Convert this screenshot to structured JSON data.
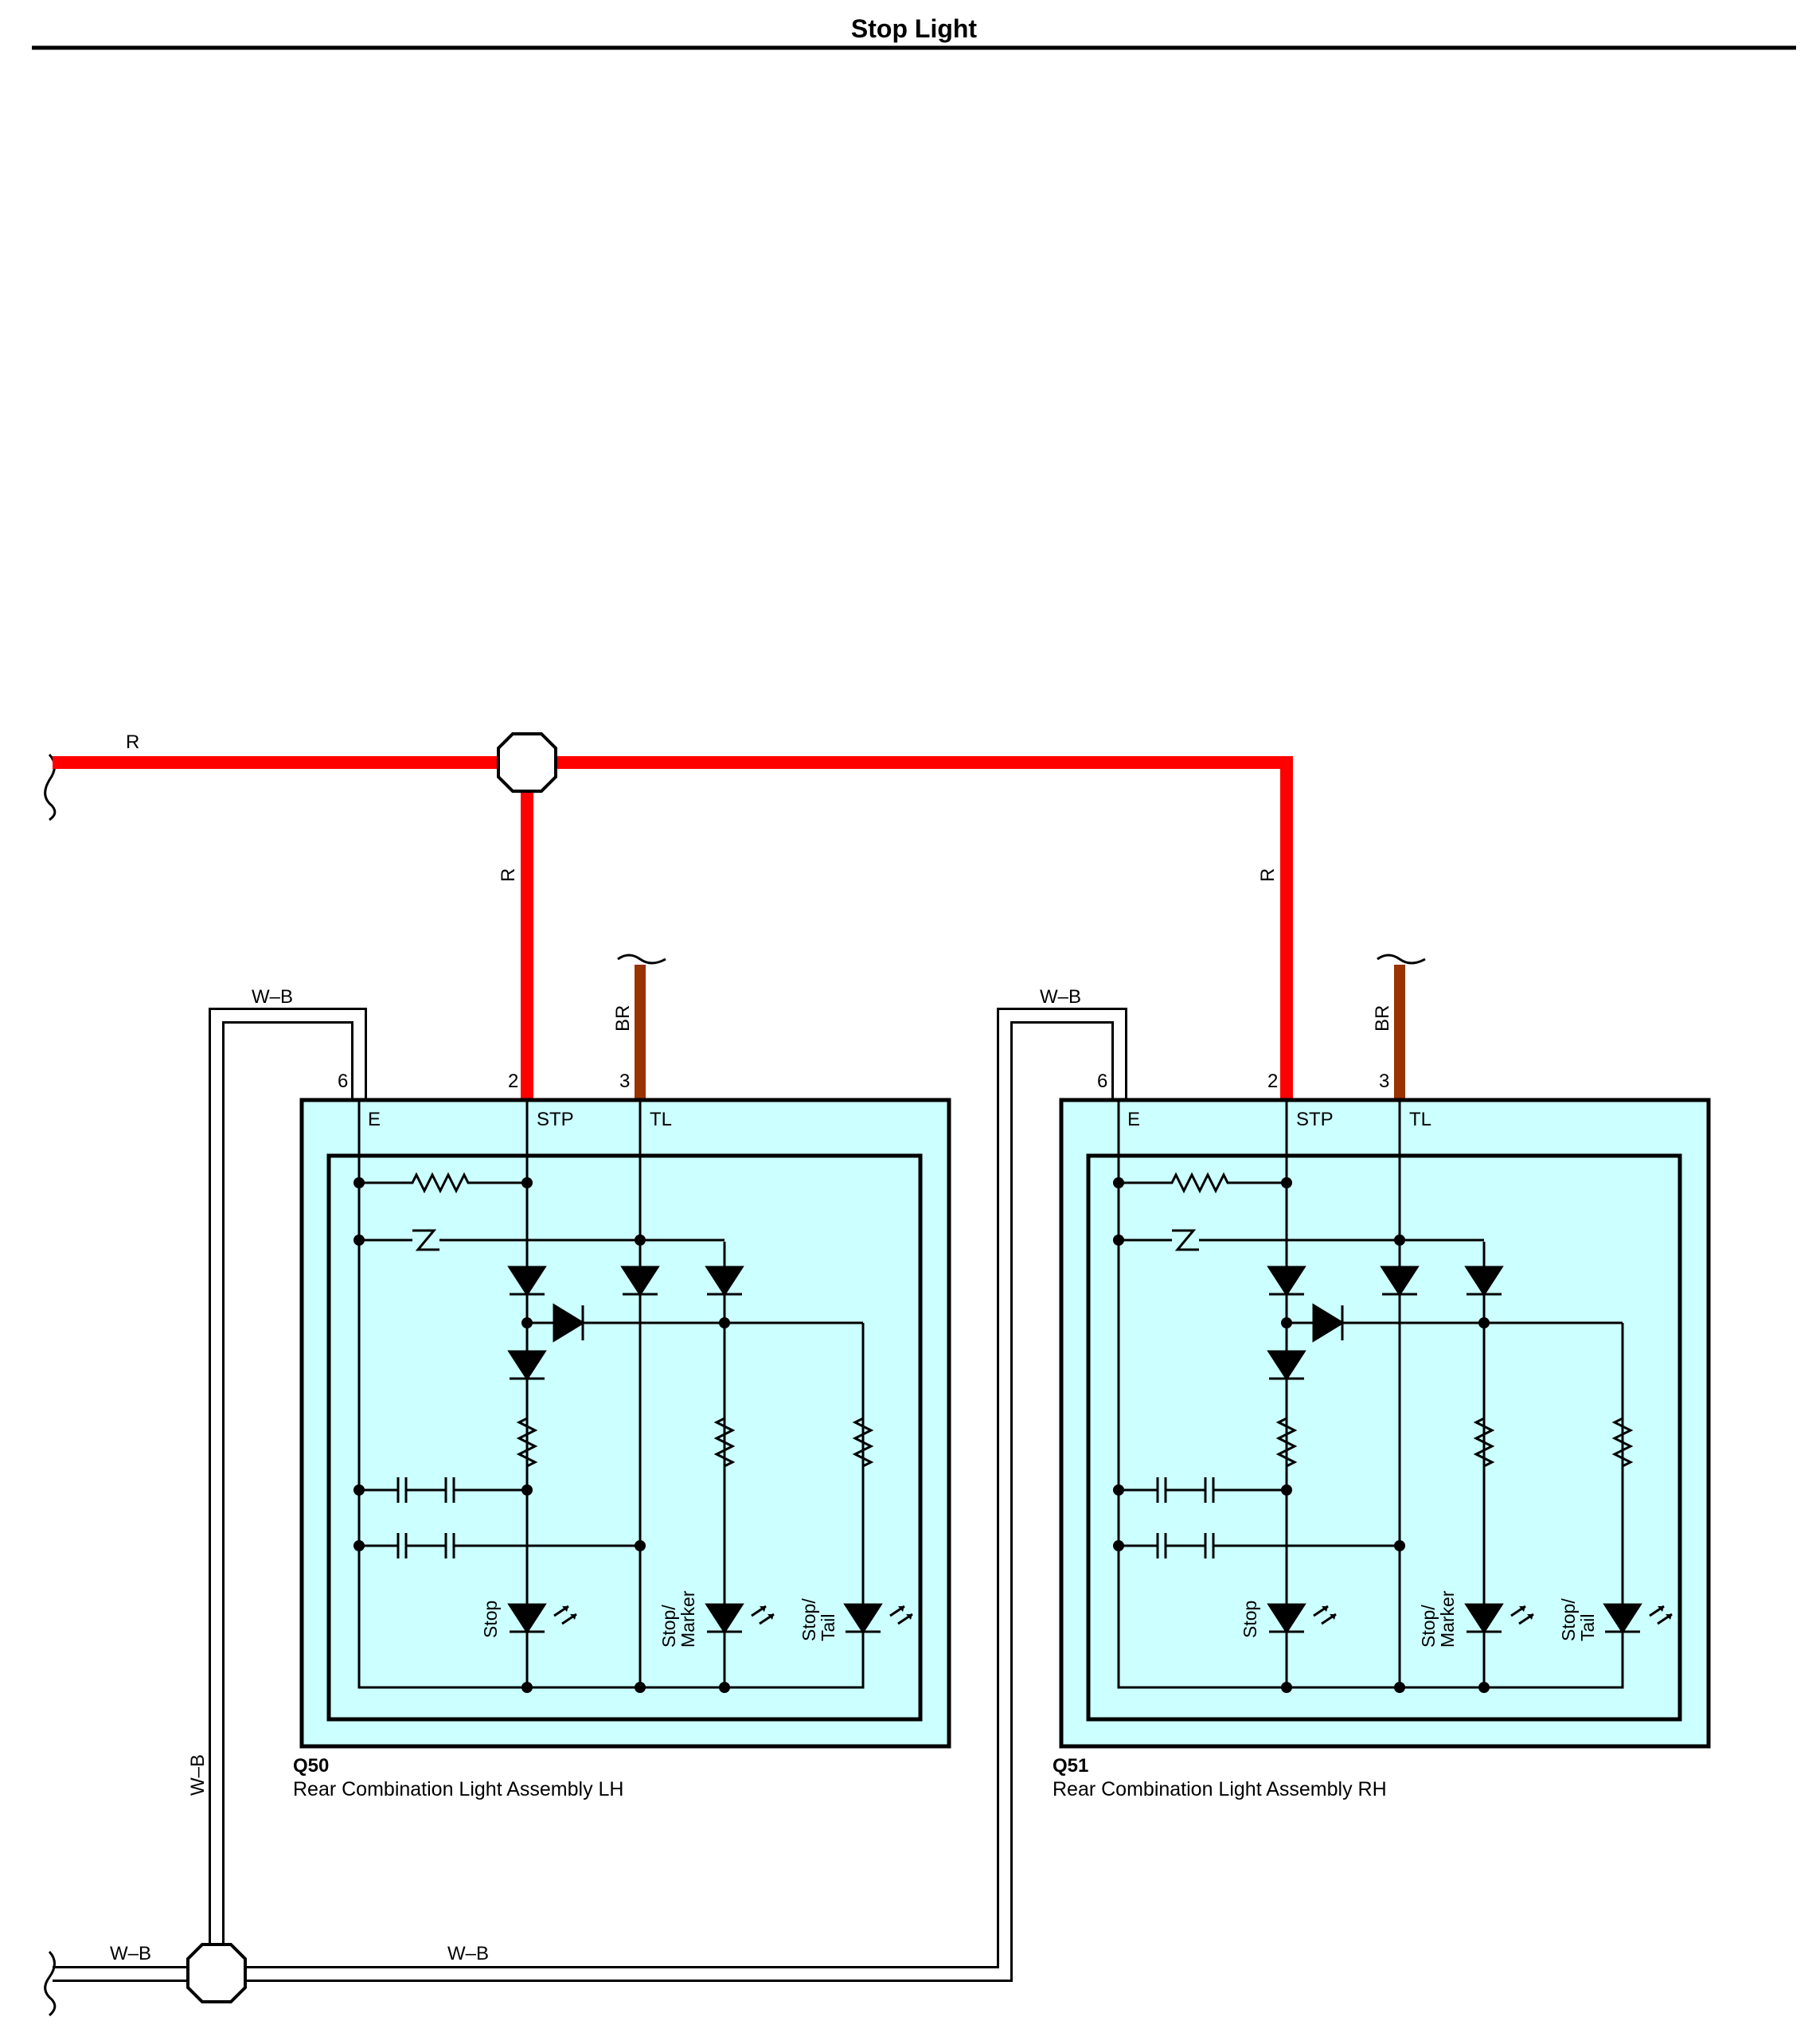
{
  "title": "Stop Light",
  "wires": {
    "red": "R",
    "brown": "BR",
    "ground": "W–B"
  },
  "colors": {
    "red_wire": "#ff0000",
    "brown_wire": "#993300",
    "component_fill": "#ccffff",
    "outline": "#000000",
    "ground_wire": "#ffffff"
  },
  "components": [
    {
      "code": "Q50",
      "name": "Rear Combination Light Assembly LH",
      "pins": {
        "e_num": "6",
        "stp_num": "2",
        "tl_num": "3",
        "e": "E",
        "stp": "STP",
        "tl": "TL"
      },
      "leds": {
        "stop": "Stop",
        "marker1": "Stop/",
        "marker2": "Marker",
        "tail1": "Stop/",
        "tail2": "Tail"
      }
    },
    {
      "code": "Q51",
      "name": "Rear Combination Light Assembly RH",
      "pins": {
        "e_num": "6",
        "stp_num": "2",
        "tl_num": "3",
        "e": "E",
        "stp": "STP",
        "tl": "TL"
      },
      "leds": {
        "stop": "Stop",
        "marker1": "Stop/",
        "marker2": "Marker",
        "tail1": "Stop/",
        "tail2": "Tail"
      }
    }
  ]
}
